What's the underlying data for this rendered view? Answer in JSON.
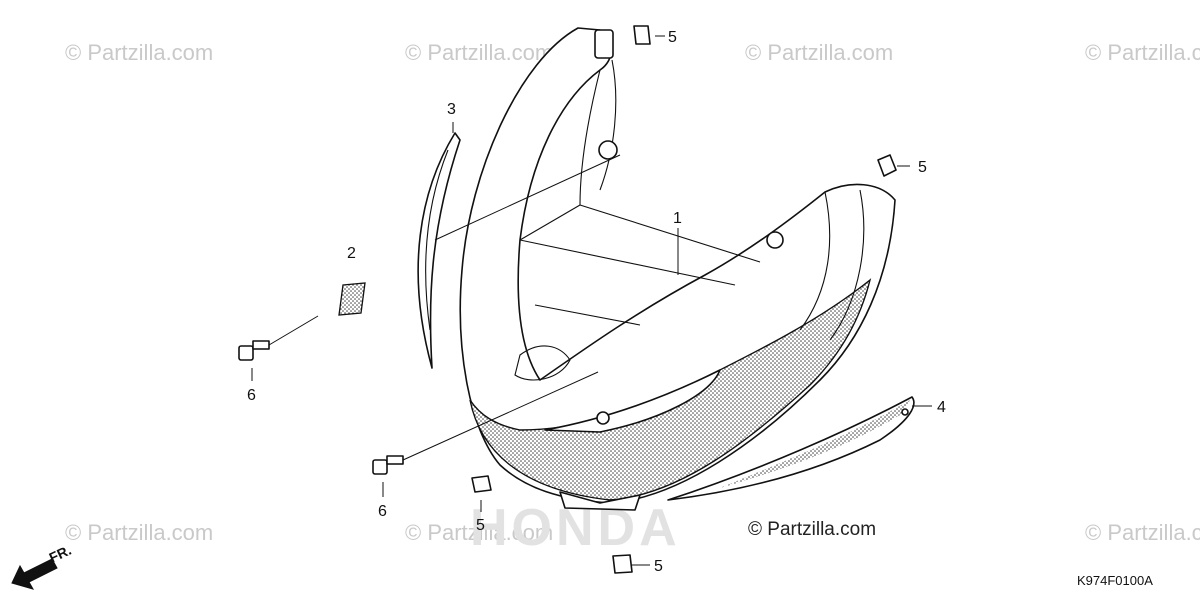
{
  "watermark_text": "© Partzilla.com",
  "credit_text": "© Partzilla.com",
  "diagram_code": "K974F0100A",
  "direction_label": "FR.",
  "brand_watermark": "HONDA",
  "callouts": {
    "c1": "1",
    "c2": "2",
    "c3": "3",
    "c4": "4",
    "c5a": "5",
    "c5b": "5",
    "c5c": "5",
    "c5d": "5",
    "c6a": "6",
    "c6b": "6"
  },
  "colors": {
    "ink": "#111111",
    "watermark": "#c9c9c9",
    "background": "#ffffff"
  }
}
